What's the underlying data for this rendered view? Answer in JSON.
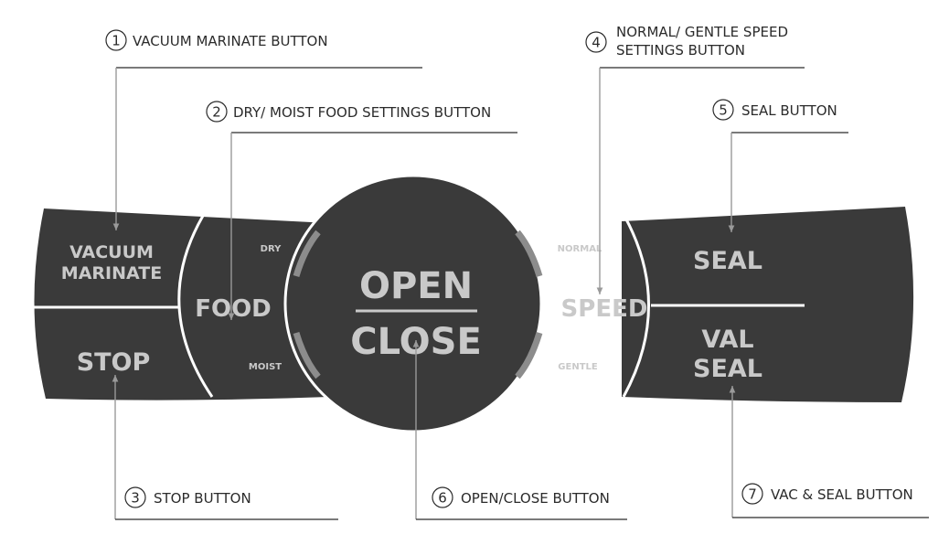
{
  "panel": {
    "vacuum_marinate_line1": "VACUUM",
    "vacuum_marinate_line2": "MARINATE",
    "stop": "STOP",
    "food": "FOOD",
    "dry": "DRY",
    "moist": "MOIST",
    "open": "OPEN",
    "close": "CLOSE",
    "normal": "NORMAL",
    "gentle": "GENTLE",
    "speed": "SPEED",
    "seal": "SEAL",
    "val_seal_line1": "VAL",
    "val_seal_line2": "SEAL"
  },
  "callouts": [
    {
      "number": "1",
      "lines": [
        "VACUUM MARINATE BUTTON"
      ]
    },
    {
      "number": "2",
      "lines": [
        "DRY/ MOIST FOOD SETTINGS BUTTON"
      ]
    },
    {
      "number": "3",
      "lines": [
        "STOP BUTTON"
      ]
    },
    {
      "number": "4",
      "lines": [
        "NORMAL/ GENTLE SPEED",
        "SETTINGS BUTTON"
      ]
    },
    {
      "number": "5",
      "lines": [
        "SEAL BUTTON"
      ]
    },
    {
      "number": "6",
      "lines": [
        "OPEN/CLOSE BUTTON"
      ]
    },
    {
      "number": "7",
      "lines": [
        "VAC & SEAL BUTTON"
      ]
    }
  ],
  "colors": {
    "panel": "#3a3a3a",
    "panel_text": "#c9c9c9",
    "divider": "#ffffff",
    "arc_accent": "#8c8c8c",
    "leader": "#9a9a9a",
    "callout_text": "#2b2b2b"
  }
}
